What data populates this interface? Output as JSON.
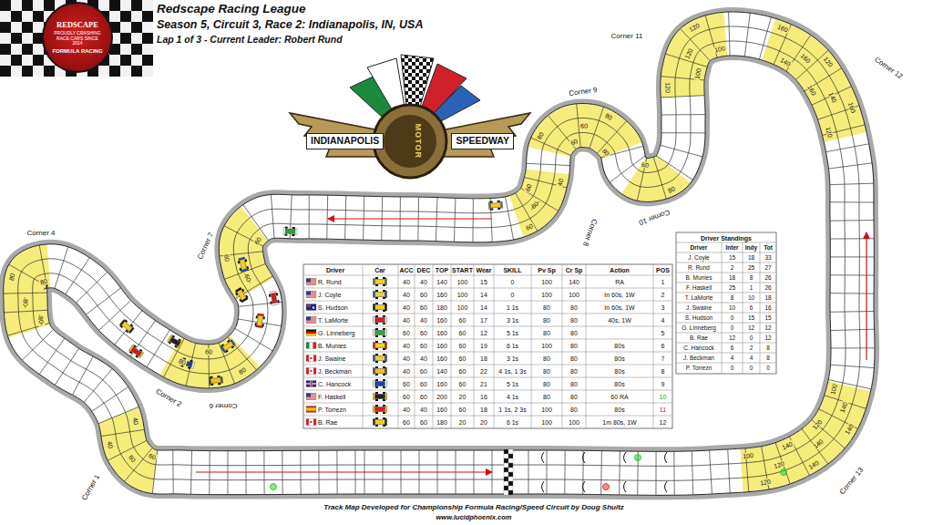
{
  "diagram": {
    "title": "Redscape Racing League",
    "caption": "Track Map Developed for Championship Formula Racing/Speed Circuit by Doug Shultz",
    "nodes": [
      {
        "text": [
          "REDSCAPE",
          "PROUDLY CRASHING RACE CARS SINCE 2014",
          "FORMULA RACING"
        ]
      },
      {
        "text": [
          "INDIANAPOLIS",
          "MOTOR",
          "SPEEDWAY"
        ]
      }
    ],
    "labels": [
      "Season 5, Circuit 3, Race 2: Indianapolis, IN, USA",
      "Lap 1 of 3 - Current Leader: Robert Rund",
      "Corner 1",
      "Corner 2",
      "Corner 4",
      "Corner 6",
      "Corner 7",
      "Corner 8",
      "Corner 9",
      "Corner 10",
      "Corner 11",
      "Corner 12",
      "Corner 13",
      "40",
      "40",
      "60",
      "60",
      "80",
      "80",
      "-80-",
      "-80-",
      "80",
      "60",
      "80",
      "60",
      "60",
      "-60-",
      "40",
      "60",
      "-60-",
      "60",
      "80",
      "80",
      "60",
      "60",
      "80",
      "80",
      "60",
      "100",
      "120",
      "120",
      "100",
      "120",
      "120",
      "160",
      "140",
      "160",
      "120",
      "160",
      "140",
      "160",
      "100",
      "120",
      "120",
      "140",
      "140",
      "140",
      "120",
      "140",
      "140",
      "100",
      "Driver",
      "Car",
      "ACC",
      "DEC",
      "TOP",
      "START",
      "Wear",
      "SKILL",
      "Pv Sp",
      "Cr Sp",
      "Action",
      "POS",
      "R. Rund",
      "40",
      "40",
      "140",
      "100",
      "15",
      "0",
      "100",
      "140",
      "RA",
      "1",
      "J. Coyle",
      "40",
      "60",
      "160",
      "100",
      "14",
      "0",
      "100",
      "100",
      "In 60s, 1W",
      "2",
      "S. Hudson",
      "40",
      "60",
      "180",
      "100",
      "14",
      "1 1s",
      "80",
      "80",
      "In 60s, 1W",
      "3",
      "T. LaMorte",
      "40",
      "40",
      "160",
      "60",
      "17",
      "3 1s",
      "80",
      "80",
      "40s, 1W",
      "4",
      "G. Linneberg",
      "60",
      "60",
      "160",
      "60",
      "12",
      "5 1s",
      "80",
      "80",
      "5",
      "B. Munies",
      "40",
      "60",
      "160",
      "60",
      "19",
      "6 1s",
      "100",
      "80",
      "80s",
      "6",
      "J. Swaine",
      "40",
      "40",
      "160",
      "60",
      "18",
      "3 1s",
      "80",
      "80",
      "80s",
      "7",
      "J. Beckman",
      "40",
      "60",
      "140",
      "60",
      "22",
      "4 1s, 1 3s",
      "80",
      "80",
      "80s",
      "8",
      "C. Hancock",
      "60",
      "60",
      "160",
      "60",
      "21",
      "5 1s",
      "80",
      "80",
      "80s",
      "9",
      "F. Haskell",
      "60",
      "60",
      "200",
      "20",
      "16",
      "4 1s",
      "80",
      "80",
      "60 RA",
      "10",
      "P. Torrezn",
      "40",
      "40",
      "160",
      "60",
      "18",
      "1 1s, 2 3s",
      "100",
      "80",
      "80s",
      "11",
      "B. Rae",
      "60",
      "60",
      "180",
      "20",
      "20",
      "6 1s",
      "100",
      "100",
      "1m 80s, 1W",
      "12",
      "Driver Standings",
      "Driver",
      "Inter",
      "Indy",
      "Tot",
      "J. Coyle",
      "15",
      "18",
      "33",
      "R. Rund",
      "2",
      "25",
      "27",
      "B. Munies",
      "18",
      "8",
      "26",
      "F. Haskell",
      "25",
      "1",
      "26",
      "T. LaMorte",
      "8",
      "10",
      "18",
      "J. Swaine",
      "10",
      "6",
      "16",
      "S. Hudson",
      "0",
      "15",
      "15",
      "G. Linneberg",
      "0",
      "12",
      "12",
      "B. Rae",
      "12",
      "0",
      "12",
      "C. Hancock",
      "6",
      "2",
      "8",
      "J. Beckman",
      "4",
      "4",
      "8",
      "P. Torrezn",
      "0",
      "0",
      "0",
      "www.lucidphoenix.com"
    ]
  }
}
